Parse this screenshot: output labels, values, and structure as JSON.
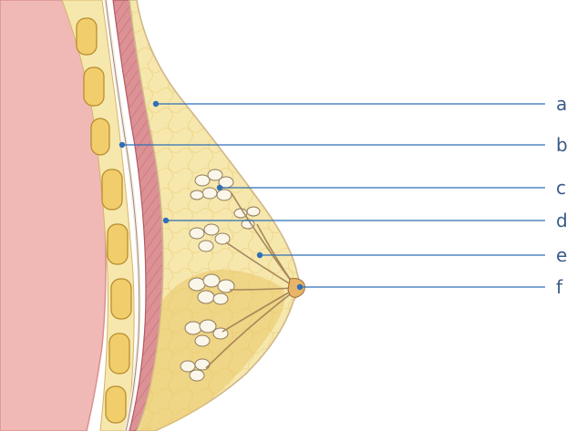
{
  "colors": {
    "skin_outline": "#cfb78a",
    "fat": "#f6e7ad",
    "fat_dark": "#e2bf55",
    "muscle": "#d98a8e",
    "muscle_dark": "#b45a64",
    "rib_fill": "#f1cd6b",
    "rib_outline": "#b58a2a",
    "chest": "#f0b9b5",
    "pleura": "#f7eee6",
    "leader_line": "#2f6fb6",
    "label_text": "#3b5b86"
  },
  "callouts": [
    {
      "id": "a",
      "label": "a"
    },
    {
      "id": "b",
      "label": "b"
    },
    {
      "id": "c",
      "label": "c"
    },
    {
      "id": "d",
      "label": "d"
    },
    {
      "id": "e",
      "label": "e"
    },
    {
      "id": "f",
      "label": "f"
    }
  ]
}
